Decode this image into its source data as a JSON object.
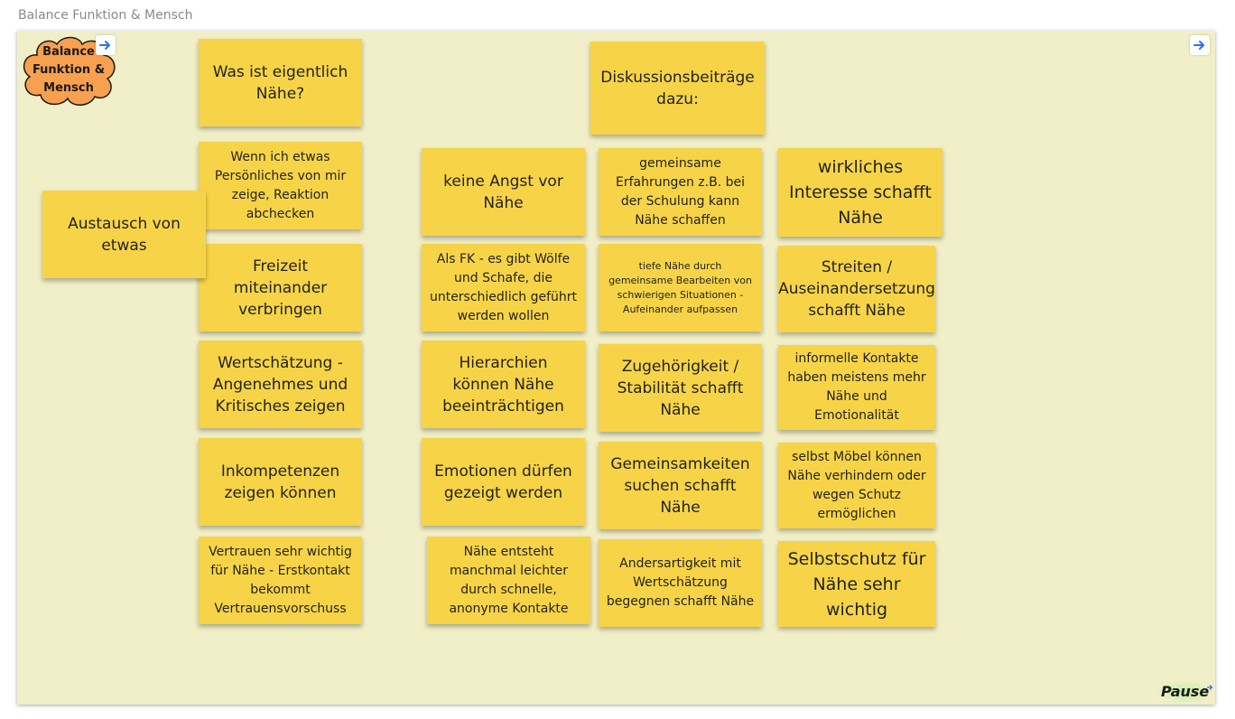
{
  "frame_title": "Balance Funktion & Mensch",
  "cloud_label": "Balance Funktion & Mensch",
  "icons": {
    "link_left": "arrow-right-icon",
    "link_right": "arrow-right-icon"
  },
  "colors": {
    "sticky": "#f7d447",
    "board": "#f1efc8",
    "cloud": "#f7a050",
    "link": "#2d6ef0"
  },
  "notes": {
    "was_ist": "Was ist eigentlich Nähe?",
    "diskussion": "Diskussionsbeiträge dazu:",
    "austausch": "Austausch von etwas",
    "wenn_ich": "Wenn ich etwas Persönliches von mir zeige, Reaktion abchecken",
    "freizeit": "Freizeit miteinander verbringen",
    "wertschaetzung": "Wertschätzung - Angenehmes und Kritisches zeigen",
    "inkompetenzen": "Inkompetenzen zeigen können",
    "vertrauen": "Vertrauen sehr wichtig für Nähe - Erstkontakt bekommt Vertrauensvorschuss",
    "keine_angst": "keine Angst vor Nähe",
    "als_fk": "Als FK - es gibt Wölfe und Schafe, die unterschiedlich geführt werden wollen",
    "hierarchien": "Hierarchien können Nähe beeinträchtigen",
    "emotionen": "Emotionen dürfen gezeigt werden",
    "naehe_entsteht": "Nähe entsteht manchmal leichter durch schnelle, anonyme Kontakte",
    "gemeinsame_erfahrungen": "gemeinsame Erfahrungen z.B. bei der Schulung kann Nähe schaffen",
    "tiefe_naehe": "tiefe Nähe durch gemeinsame Bearbeiten von schwierigen Situationen - Aufeinander aufpassen",
    "zugehoerigkeit": "Zugehörigkeit / Stabilität schafft Nähe",
    "gemeinsamkeiten": "Gemeinsamkeiten suchen schafft Nähe",
    "andersartigkeit": "Andersartigkeit mit Wertschätzung begegnen schafft Nähe",
    "wirkliches": "wirkliches Interesse schafft Nähe",
    "streiten": "Streiten / Auseinandersetzung schafft Nähe",
    "informelle": "informelle Kontakte haben meistens mehr Nähe und Emotionalität",
    "moebel": "selbst Möbel können Nähe verhindern oder wegen Schutz ermöglichen",
    "selbstschutz": "Selbstschutz für Nähe sehr wichtig"
  },
  "pause_label": "Pause"
}
